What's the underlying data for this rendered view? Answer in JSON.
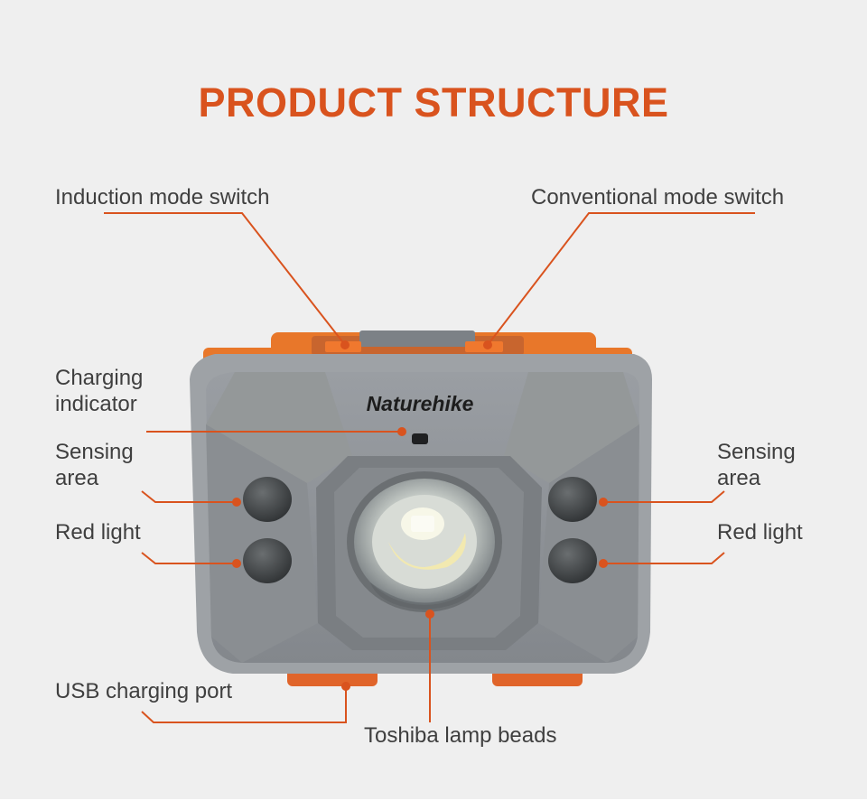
{
  "title": "PRODUCT STRUCTURE",
  "brand": "Naturehike",
  "labels": {
    "induction_switch": "Induction mode switch",
    "conventional_switch": "Conventional mode switch",
    "charging_indicator_1": "Charging",
    "charging_indicator_2": "indicator",
    "sensing_left_1": "Sensing",
    "sensing_left_2": "area",
    "sensing_right_1": "Sensing",
    "sensing_right_2": "area",
    "red_light_left": "Red light",
    "red_light_right": "Red light",
    "usb_port": "USB charging port",
    "lamp_beads": "Toshiba lamp beads"
  },
  "colors": {
    "background": "#efefef",
    "accent": "#d9531e",
    "housing": "#8e9297",
    "text": "#3f3f3f"
  }
}
